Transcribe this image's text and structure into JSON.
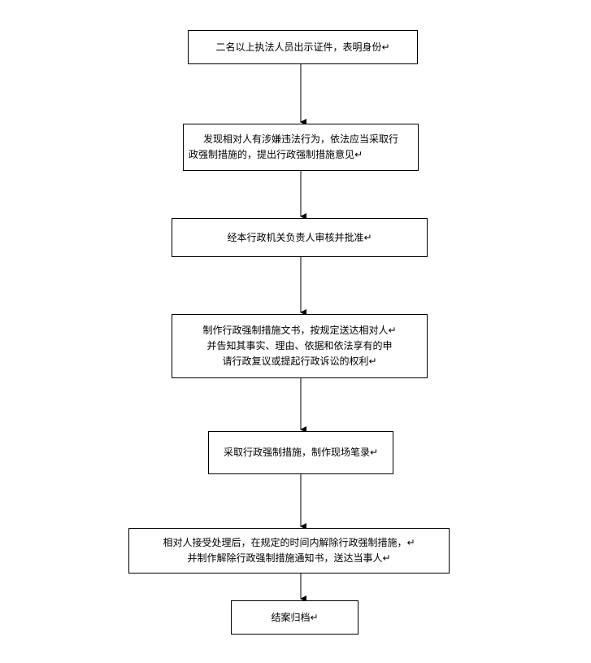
{
  "flowchart": {
    "steps": [
      {
        "lines": [
          "二名以上执法人员出示证件，表明身份↵"
        ]
      },
      {
        "lines": [
          "发现相对人有涉嫌违法行为，依法应当采取行",
          "政强制措施的，提出行政强制措施意见↵"
        ]
      },
      {
        "lines": [
          "经本行政机关负责人审核并批准↵"
        ]
      },
      {
        "lines": [
          "制作行政强制措施文书，按规定送达相对人↵",
          "并告知其事实、理由、依据和依法享有的申",
          "请行政复议或提起行政诉讼的权利↵"
        ]
      },
      {
        "lines": [
          "采取行政强制措施，制作现场笔录↵"
        ]
      },
      {
        "lines": [
          "相对人接受处理后，在规定的时间内解除行政强制措施，↵",
          "并制作解除行政强制措施通知书，送达当事人↵"
        ]
      },
      {
        "lines": [
          "结案归档↵"
        ]
      }
    ]
  }
}
